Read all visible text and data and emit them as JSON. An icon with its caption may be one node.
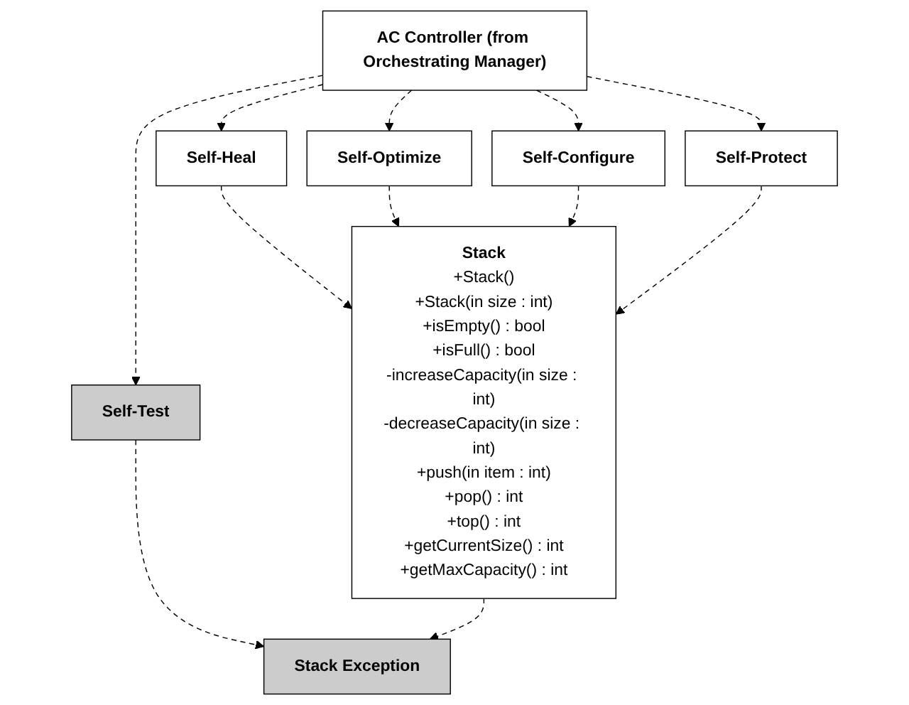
{
  "diagram": {
    "nodes": [
      {
        "text": [
          "AC Controller (from Orchestrating Manager)"
        ]
      },
      {
        "text": [
          "Self-Test"
        ]
      },
      {
        "text": [
          "Self-Heal"
        ]
      },
      {
        "text": [
          "Self-Optimize"
        ]
      },
      {
        "text": [
          "Self-Configure"
        ]
      },
      {
        "text": [
          "Self-Protect"
        ]
      },
      {
        "text": [
          "Stack",
          "+Stack()",
          "+Stack(in size : int)",
          "+isEmpty() : bool",
          "+isFull() : bool",
          "-increaseCapacity(in size : int)",
          "-decreaseCapacity(in size : int)",
          "+push(in item : int)",
          "+pop() : int",
          "+top() : int",
          "+getCurrentSize() : int",
          "+getMaxCapacity() : int"
        ]
      },
      {
        "text": [
          "Stack Exception"
        ]
      }
    ],
    "edges": [
      {
        "from": 0,
        "to": 1,
        "arrow": "to",
        "style": "dashed"
      },
      {
        "from": 0,
        "to": 2,
        "arrow": "to",
        "style": "dashed"
      },
      {
        "from": 0,
        "to": 3,
        "arrow": "to",
        "style": "dashed"
      },
      {
        "from": 0,
        "to": 4,
        "arrow": "to",
        "style": "dashed"
      },
      {
        "from": 0,
        "to": 5,
        "arrow": "to",
        "style": "dashed"
      },
      {
        "from": 1,
        "to": 7,
        "arrow": "to",
        "style": "dashed"
      },
      {
        "from": 2,
        "to": 6,
        "arrow": "to",
        "style": "dashed"
      },
      {
        "from": 3,
        "to": 6,
        "arrow": "to",
        "style": "dashed"
      },
      {
        "from": 4,
        "to": 6,
        "arrow": "to",
        "style": "dashed"
      },
      {
        "from": 5,
        "to": 6,
        "arrow": "to",
        "style": "dashed"
      },
      {
        "from": 6,
        "to": 7,
        "arrow": "to",
        "style": "dashed"
      }
    ]
  }
}
